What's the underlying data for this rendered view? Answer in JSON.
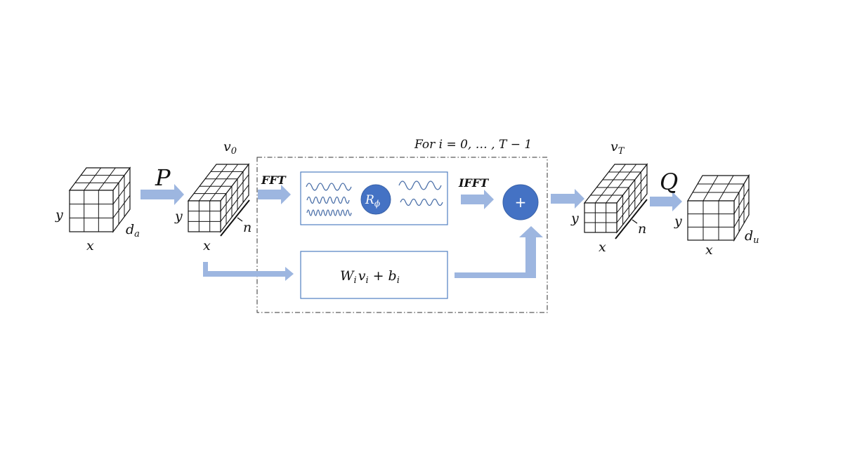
{
  "diagram": {
    "title": "Fourier Neural Operator architecture",
    "loop_label": "For i = 0, … , T − 1",
    "input_tensor": {
      "x_label": "x",
      "y_label": "y",
      "channel_label": "d",
      "channel_sub": "a"
    },
    "lift_op": "P",
    "v0_tensor": {
      "name": "v",
      "name_sub": "0",
      "x_label": "x",
      "y_label": "y",
      "depth_label": "n"
    },
    "fft_label": "FFT",
    "spectral_weight": {
      "name": "R",
      "sub": "ϕ"
    },
    "ifft_label": "IFFT",
    "sum_symbol": "+",
    "linear_block": {
      "W": "W",
      "W_sub": "i",
      "v": "v",
      "v_sub": "i",
      "plus": "+",
      "b": "b",
      "b_sub": "i"
    },
    "vT_tensor": {
      "name": "v",
      "name_sub": "T",
      "x_label": "x",
      "y_label": "y",
      "depth_label": "n"
    },
    "project_op": "Q",
    "output_tensor": {
      "x_label": "x",
      "y_label": "y",
      "channel_label": "d",
      "channel_sub": "u"
    },
    "colors": {
      "arrow": "#9db6e0",
      "node": "#4472c4",
      "box_border": "#4f7ec0",
      "wave": "#4a6fa8"
    }
  }
}
